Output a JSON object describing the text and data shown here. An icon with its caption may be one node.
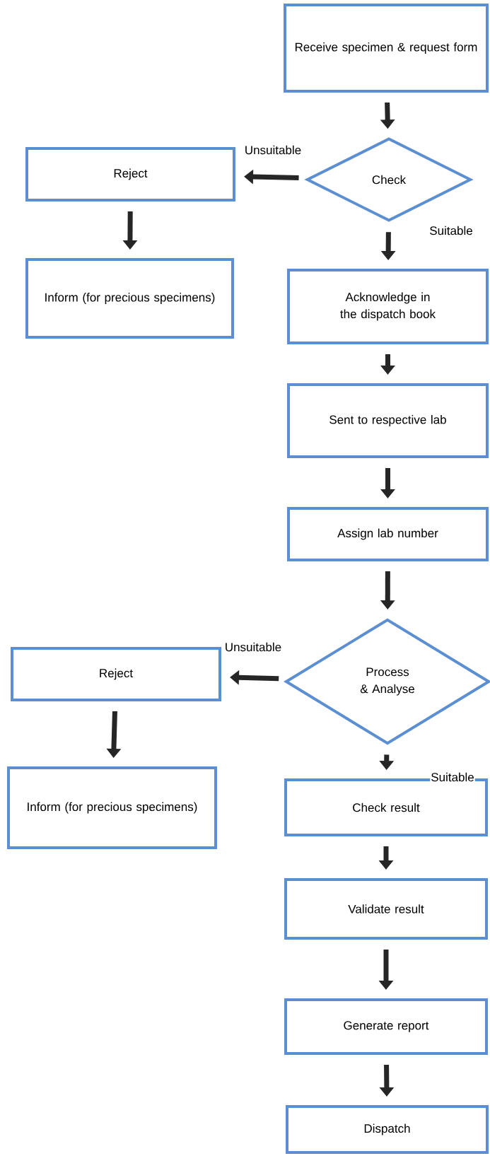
{
  "diagram": {
    "nodes": [
      {
        "text": [
          "Receive specimen & request form"
        ]
      },
      {
        "text": [
          "Check"
        ]
      },
      {
        "text": [
          "Reject"
        ]
      },
      {
        "text": [
          "Inform (for precious specimens)"
        ]
      },
      {
        "text": [
          "Acknowledge in the dispatch book"
        ]
      },
      {
        "text": [
          "Sent to respective lab"
        ]
      },
      {
        "text": [
          "Assign lab number"
        ]
      },
      {
        "text": [
          "Process & Analyse"
        ]
      },
      {
        "text": [
          "Reject"
        ]
      },
      {
        "text": [
          "Inform (for precious specimens)"
        ]
      },
      {
        "text": [
          "Check result"
        ]
      },
      {
        "text": [
          "Validate result"
        ]
      },
      {
        "text": [
          "Generate report"
        ]
      },
      {
        "text": [
          "Dispatch"
        ]
      }
    ],
    "edges": [
      {
        "from": 0,
        "to": 1,
        "arrow": "to"
      },
      {
        "from": 1,
        "to": 2,
        "arrow": "to",
        "label": "Unsuitable"
      },
      {
        "from": 2,
        "to": 3,
        "arrow": "to"
      },
      {
        "from": 1,
        "to": 4,
        "arrow": "to",
        "label": "Suitable"
      },
      {
        "from": 4,
        "to": 5,
        "arrow": "to"
      },
      {
        "from": 5,
        "to": 6,
        "arrow": "to"
      },
      {
        "from": 6,
        "to": 7,
        "arrow": "to"
      },
      {
        "from": 7,
        "to": 8,
        "arrow": "to",
        "label": "Unsuitable"
      },
      {
        "from": 8,
        "to": 9,
        "arrow": "to"
      },
      {
        "from": 7,
        "to": 10,
        "arrow": "to",
        "label": "Suitable"
      },
      {
        "from": 10,
        "to": 11,
        "arrow": "to"
      },
      {
        "from": 11,
        "to": 12,
        "arrow": "to"
      },
      {
        "from": 12,
        "to": 13,
        "arrow": "to"
      }
    ]
  }
}
